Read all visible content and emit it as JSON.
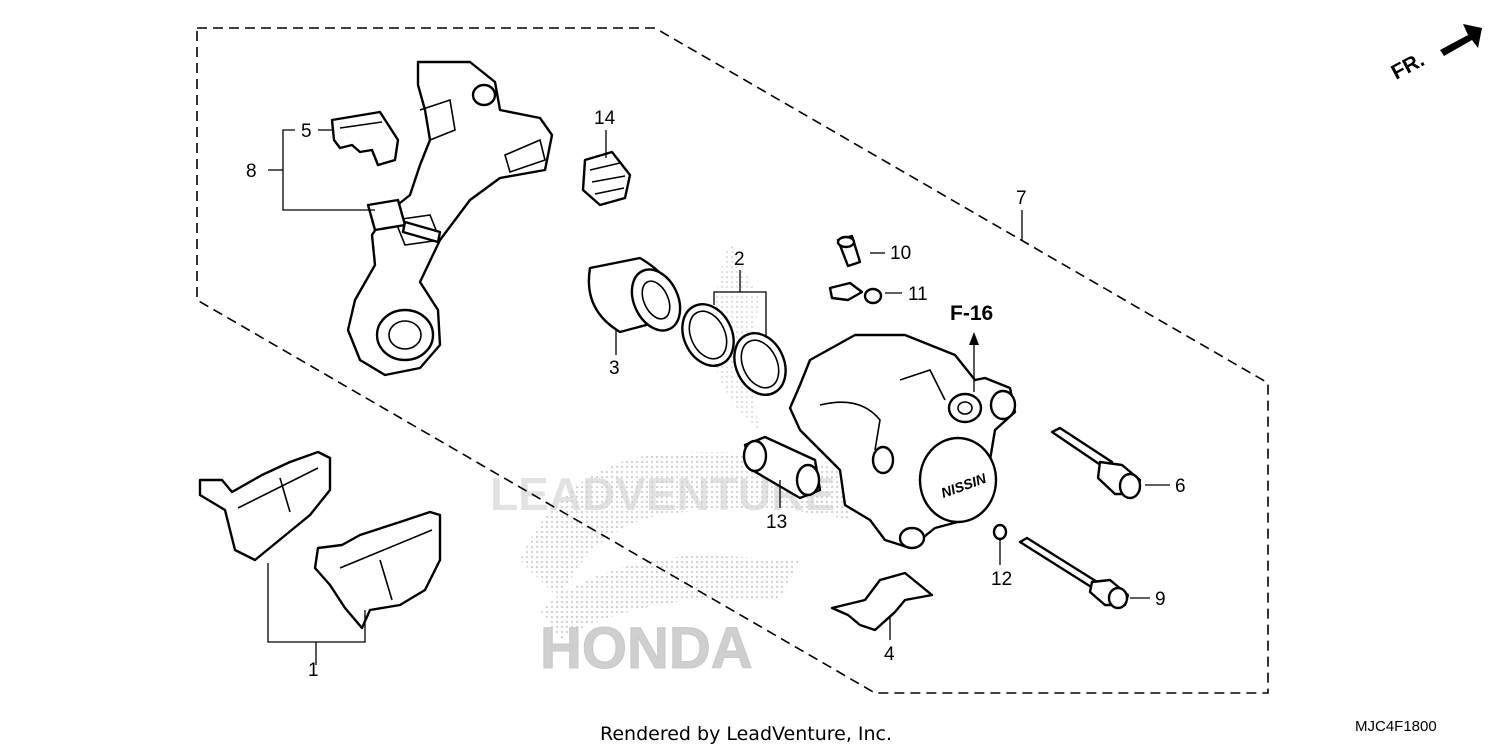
{
  "diagram": {
    "front_label": "FR.",
    "ref_label": "F-16",
    "callouts": {
      "c1": "1",
      "c2": "2",
      "c3": "3",
      "c4": "4",
      "c5": "5",
      "c6": "6",
      "c7": "7",
      "c8": "8",
      "c9": "9",
      "c10": "10",
      "c11": "11",
      "c12": "12",
      "c13": "13",
      "c14": "14"
    },
    "watermark": {
      "brand_text": "LEADVENTURE",
      "honda_text": "HONDA",
      "caliper_logo": "NISSIN"
    },
    "footer": {
      "credit": "Rendered by LeadVenture, Inc.",
      "diagram_code": "MJC4F1800"
    }
  }
}
